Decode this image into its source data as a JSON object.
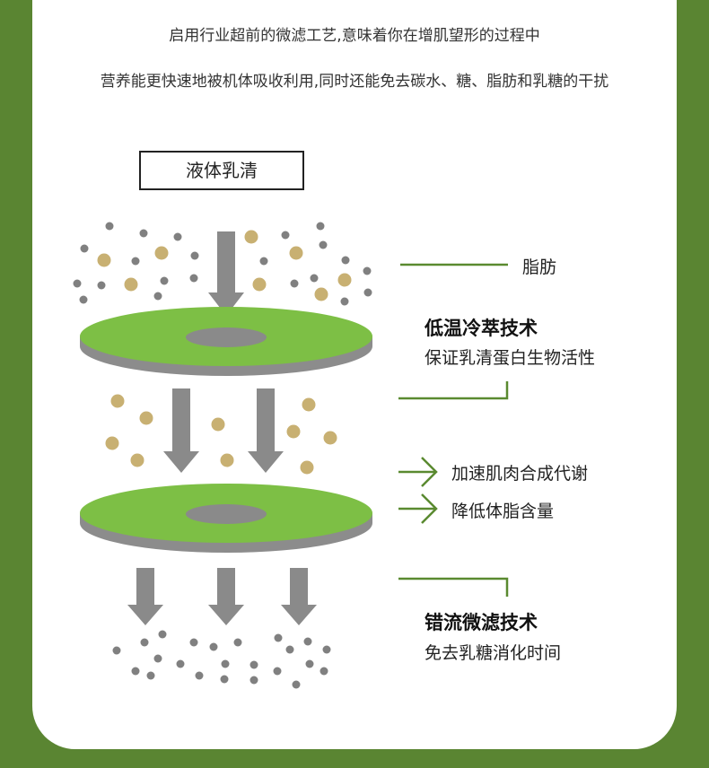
{
  "intro": {
    "line1": "启用行业超前的微滤工艺,意味着你在增肌望形的过程中",
    "line2": "营养能更快速地被机体吸收利用,同时还能免去碳水、糖、脂肪和乳糖的干扰"
  },
  "diagram": {
    "input_label": "液体乳清",
    "fat_label": "脂肪",
    "stage1": {
      "title": "低温冷萃技术",
      "subtitle": "保证乳清蛋白生物活性"
    },
    "benefits": [
      "加速肌肉合成代谢",
      "降低体脂含量"
    ],
    "stage2": {
      "title": "错流微滤技术",
      "subtitle": "免去乳糖消化时间"
    }
  },
  "colors": {
    "background": "#5a8532",
    "accent_line": "#5a8a30",
    "disc": "#7dbf45",
    "disc_side": "#8c8c8c",
    "particle_grey": "#808080",
    "particle_fat": "#c8b072",
    "arrow": "#8a8a8a"
  }
}
